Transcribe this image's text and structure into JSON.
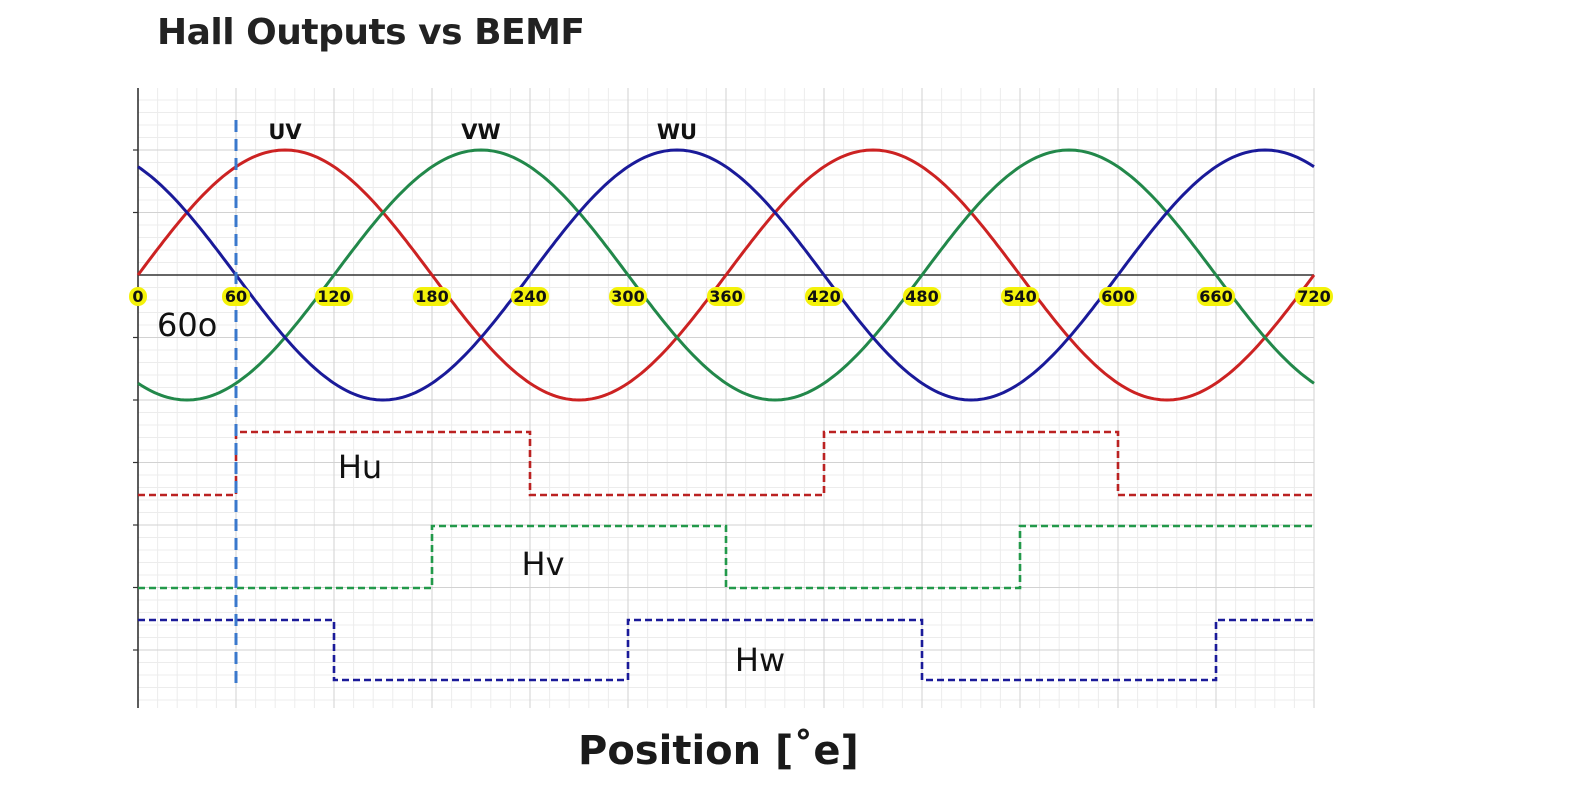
{
  "chart_data": {
    "type": "line",
    "title": "Hall Outputs vs BEMF",
    "xlabel": "Position [˚e]",
    "ylabel": "",
    "xlim": [
      0,
      720
    ],
    "x_ticks": [
      0,
      60,
      120,
      180,
      240,
      300,
      360,
      420,
      480,
      540,
      600,
      660,
      720
    ],
    "grid": true,
    "annotation": {
      "text": "60o",
      "x": 60
    },
    "bemf_series": [
      {
        "name": "UV",
        "color": "#cc2222",
        "phase_deg": 0,
        "label_x": 90
      },
      {
        "name": "VW",
        "color": "#22884a",
        "phase_deg": -120,
        "label_x": 210
      },
      {
        "name": "WU",
        "color": "#1a1a99",
        "phase_deg": 120,
        "label_x": 330
      }
    ],
    "hall_series": [
      {
        "name": "Hu",
        "color": "#bb2222",
        "high_intervals": [
          [
            60,
            240
          ],
          [
            420,
            600
          ]
        ]
      },
      {
        "name": "Hv",
        "color": "#22994a",
        "high_intervals": [
          [
            180,
            360
          ],
          [
            540,
            720
          ]
        ]
      },
      {
        "name": "Hw",
        "color": "#1a1a99",
        "high_intervals": [
          [
            0,
            120
          ],
          [
            300,
            480
          ],
          [
            660,
            720
          ]
        ]
      }
    ]
  }
}
